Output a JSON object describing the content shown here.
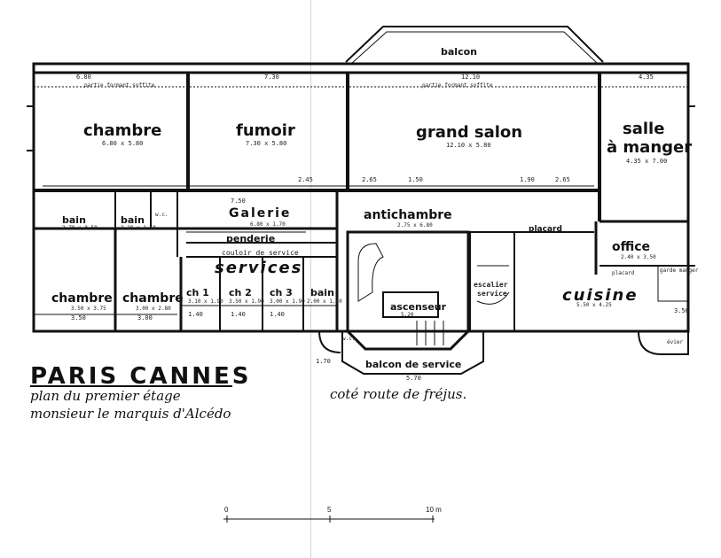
{
  "title": {
    "line1": "PARIS CANNES",
    "line2": "plan du premier étage",
    "line3": "monsieur le marquis d'Alcédo"
  },
  "street": "coté route de fréjus.",
  "scale": {
    "start": "0",
    "mid": "5",
    "end": "10 m"
  },
  "rooms": {
    "balcon": "balcon",
    "chambre1": {
      "name": "chambre",
      "dims": "6.80 x 5.80"
    },
    "fumoir": {
      "name": "fumoir",
      "dims": "7.30 x 5.80"
    },
    "grand_salon": {
      "name": "grand salon",
      "dims": "12.10 x 5.80"
    },
    "salle_a_manger": {
      "name1": "salle",
      "name2": "à manger",
      "dims": "4.35 x 7.00"
    },
    "bain1": {
      "name": "bain",
      "dims": "2.70 x 3.50"
    },
    "bain2": {
      "name": "bain",
      "dims": "2.20 x 1.50"
    },
    "wc": "w.c.",
    "galerie": {
      "name": "Galerie",
      "dims": "6.80 x 1.70"
    },
    "antichambre": {
      "name": "antichambre",
      "dims": "2.75 x 6.80"
    },
    "penderie": "penderie",
    "couloir": "couloir de service",
    "services": "services",
    "chambre2": {
      "name": "chambre",
      "dims": "3.50 x 3.75"
    },
    "chambre3": {
      "name": "chambre",
      "dims": "3.00 x 2.80"
    },
    "ch1": {
      "name": "ch 1",
      "dims": "3.10 x 1.90"
    },
    "ch2": {
      "name": "ch 2",
      "dims": "3.50 x 1.90"
    },
    "ch3": {
      "name": "ch 3",
      "dims": "3.00 x 1.90"
    },
    "bain3": {
      "name": "bain",
      "dims": "2.00 x 1.40"
    },
    "ascenseur": {
      "name": "ascenseur",
      "dims": "5.20"
    },
    "escalier": {
      "name1": "escalier",
      "name2": "service"
    },
    "placard": "placard",
    "office": {
      "name": "office",
      "dims": "2.40 x 3.50"
    },
    "cuisine": {
      "name": "cuisine",
      "dims": "5.50 x 4.25"
    },
    "balcon_service": "balcon de service",
    "wc2": "w.c.",
    "evier": "évier",
    "garde_manger": "garde manger",
    "placard2": "placard"
  },
  "dimensions": {
    "top1": "6.80",
    "top2": "7.30",
    "top3": "12.10",
    "top4": "4.35",
    "partie1": "partie formant soffite",
    "partie2": "partie formant soffite",
    "mid1": "2.45",
    "mid2": "2.65",
    "mid3": "1.50",
    "mid4": "1.90",
    "mid5": "2.65",
    "bottom1": "3.50",
    "bottom2": "3.00",
    "bottom3": "1.40",
    "bottom4": "1.40",
    "bottom5": "1.40",
    "balcon_bottom": "5.70",
    "gal": "7.50",
    "r1": "1.70",
    "r2": "3.56"
  }
}
